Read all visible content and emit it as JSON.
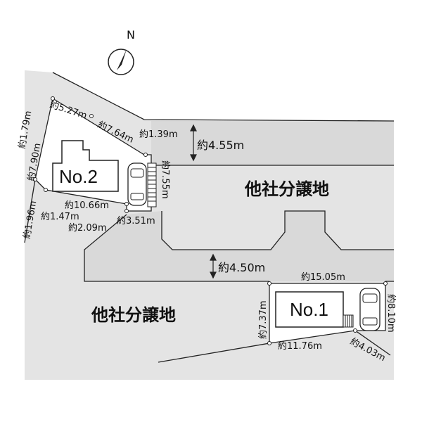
{
  "compass": {
    "label": "N"
  },
  "lots": [
    {
      "id": "no2",
      "label": "No.2"
    },
    {
      "id": "no1",
      "label": "No.1"
    }
  ],
  "other_land_label": "他社分譲地",
  "dimensions": {
    "d_5_27": "約5.27m",
    "d_7_64": "約7.64m",
    "d_1_39": "約1.39m",
    "d_4_55": "約4.55m",
    "d_1_79": "約1.79m",
    "d_7_90": "約7.90m",
    "d_7_55": "約7.55m",
    "d_10_66": "約10.66m",
    "d_1_96": "約1.96m",
    "d_1_47": "約1.47m",
    "d_2_09": "約2.09m",
    "d_3_51": "約3.51m",
    "d_4_50": "約4.50m",
    "d_15_05": "約15.05m",
    "d_7_37": "約7.37m",
    "d_8_10": "約8.10m",
    "d_11_76": "約11.76m",
    "d_4_03": "約4.03m"
  },
  "colors": {
    "land_gray": "#e3e3e3",
    "road_gray": "#d8d8d8",
    "line": "#222222"
  }
}
